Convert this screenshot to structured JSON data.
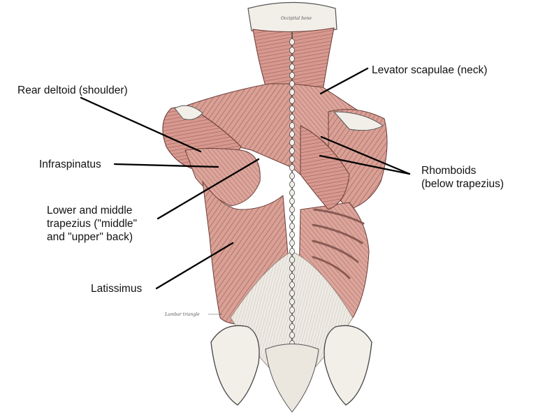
{
  "labels": {
    "rear_deltoid": "Rear deltoid (shoulder)",
    "infraspinatus": "Infraspinatus",
    "trapezius": [
      "Lower and middle",
      "trapezius (\"middle\"",
      "and \"upper\" back)"
    ],
    "latissimus": "Latissimus",
    "levator": "Levator scapulae (neck)",
    "rhomboids": [
      "Rhomboids",
      "(below trapezius)"
    ]
  },
  "engraving_text": {
    "occipital": "Occipital bone",
    "lumbar": "Lumbar triangle"
  },
  "colors": {
    "muscle": "#d9a096",
    "muscle_dark": "#a8625a",
    "bone": "#f2efe9",
    "leader_line": "#000000"
  }
}
